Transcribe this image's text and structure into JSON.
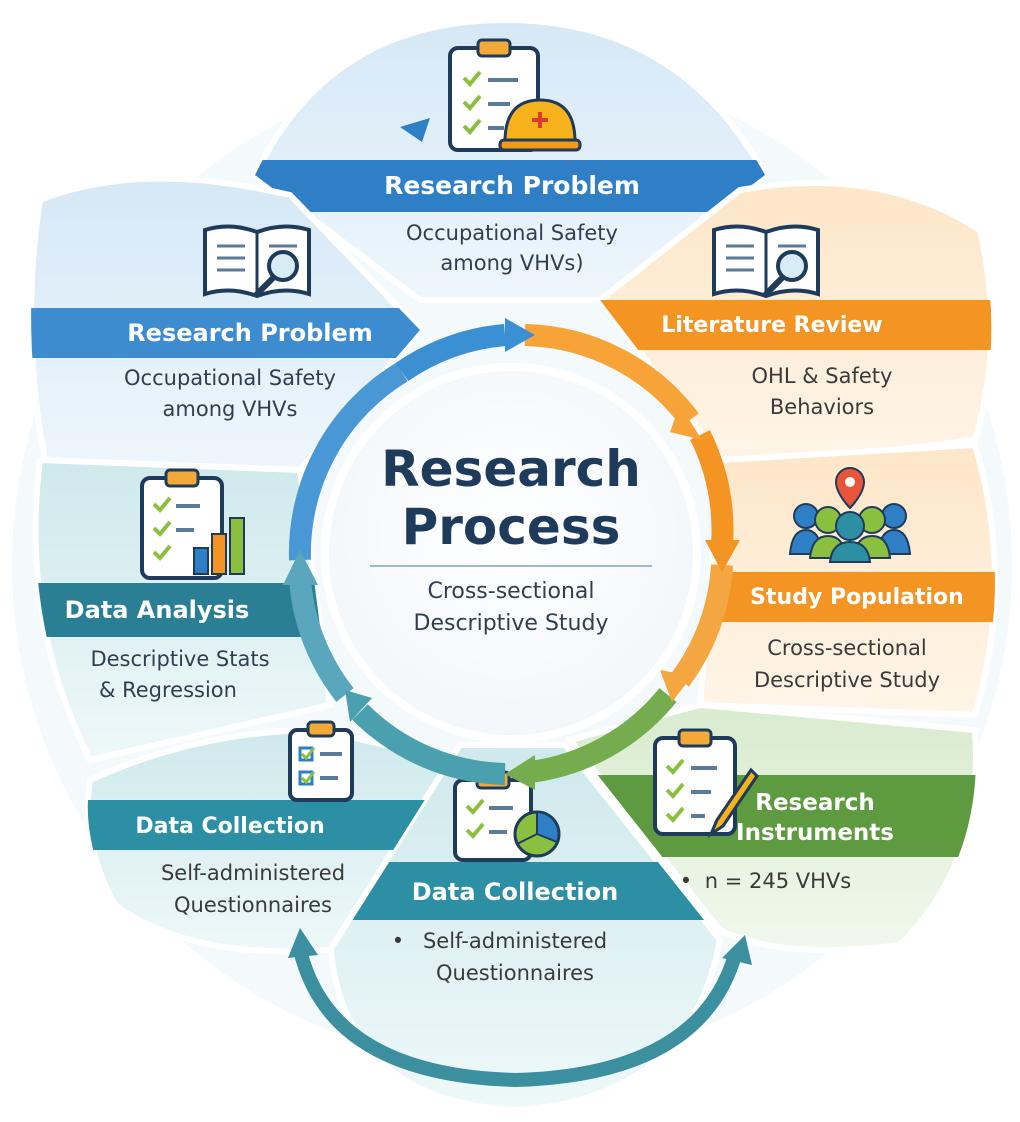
{
  "center": {
    "title_line1": "Research",
    "title_line2": "Process",
    "subtitle_line1": "Cross-sectional",
    "subtitle_line2": "Descriptive Study"
  },
  "segments": {
    "top": {
      "label": "Research Problem",
      "line1": "Occupational Safety",
      "line2": "among VHVs)"
    },
    "upper_left": {
      "label": "Research Problem",
      "line1": "Occupational Safety",
      "line2": "among VHVs"
    },
    "upper_right": {
      "label": "Literature Review",
      "line1": "OHL & Safety",
      "line2": "Behaviors"
    },
    "right": {
      "label": "Study Population",
      "line1": "Cross-sectional",
      "line2": "Descriptive Study"
    },
    "lower_right": {
      "label_line1": "Research",
      "label_line2": "Instruments",
      "bullet": "•",
      "line1": "n = 245 VHVs"
    },
    "bottom": {
      "label": "Data Collection",
      "bullet": "•",
      "line1": "Self-administered",
      "line2": "Questionnaires"
    },
    "lower_left": {
      "label": "Data Collection",
      "line1": "Self-administered",
      "line2": "Questionnaires"
    },
    "left": {
      "label": "Data Analysis",
      "line1": "Descriptive Stats",
      "line2": "& Regression"
    }
  },
  "colors": {
    "blue": "#2f7fc6",
    "orange": "#f39423",
    "teal": "#2d8fa3",
    "green": "#5e9a3f",
    "navy": "#1f3b5c"
  },
  "icons": {
    "top": "clipboard-hardhat-icon",
    "upper_left": "book-magnifier-icon",
    "upper_right": "book-magnifier-icon",
    "right": "people-location-icon",
    "lower_right": "clipboard-pencil-icon",
    "bottom": "clipboard-chart-icon",
    "lower_left": "clipboard-checklist-icon",
    "left": "clipboard-barchart-icon"
  }
}
